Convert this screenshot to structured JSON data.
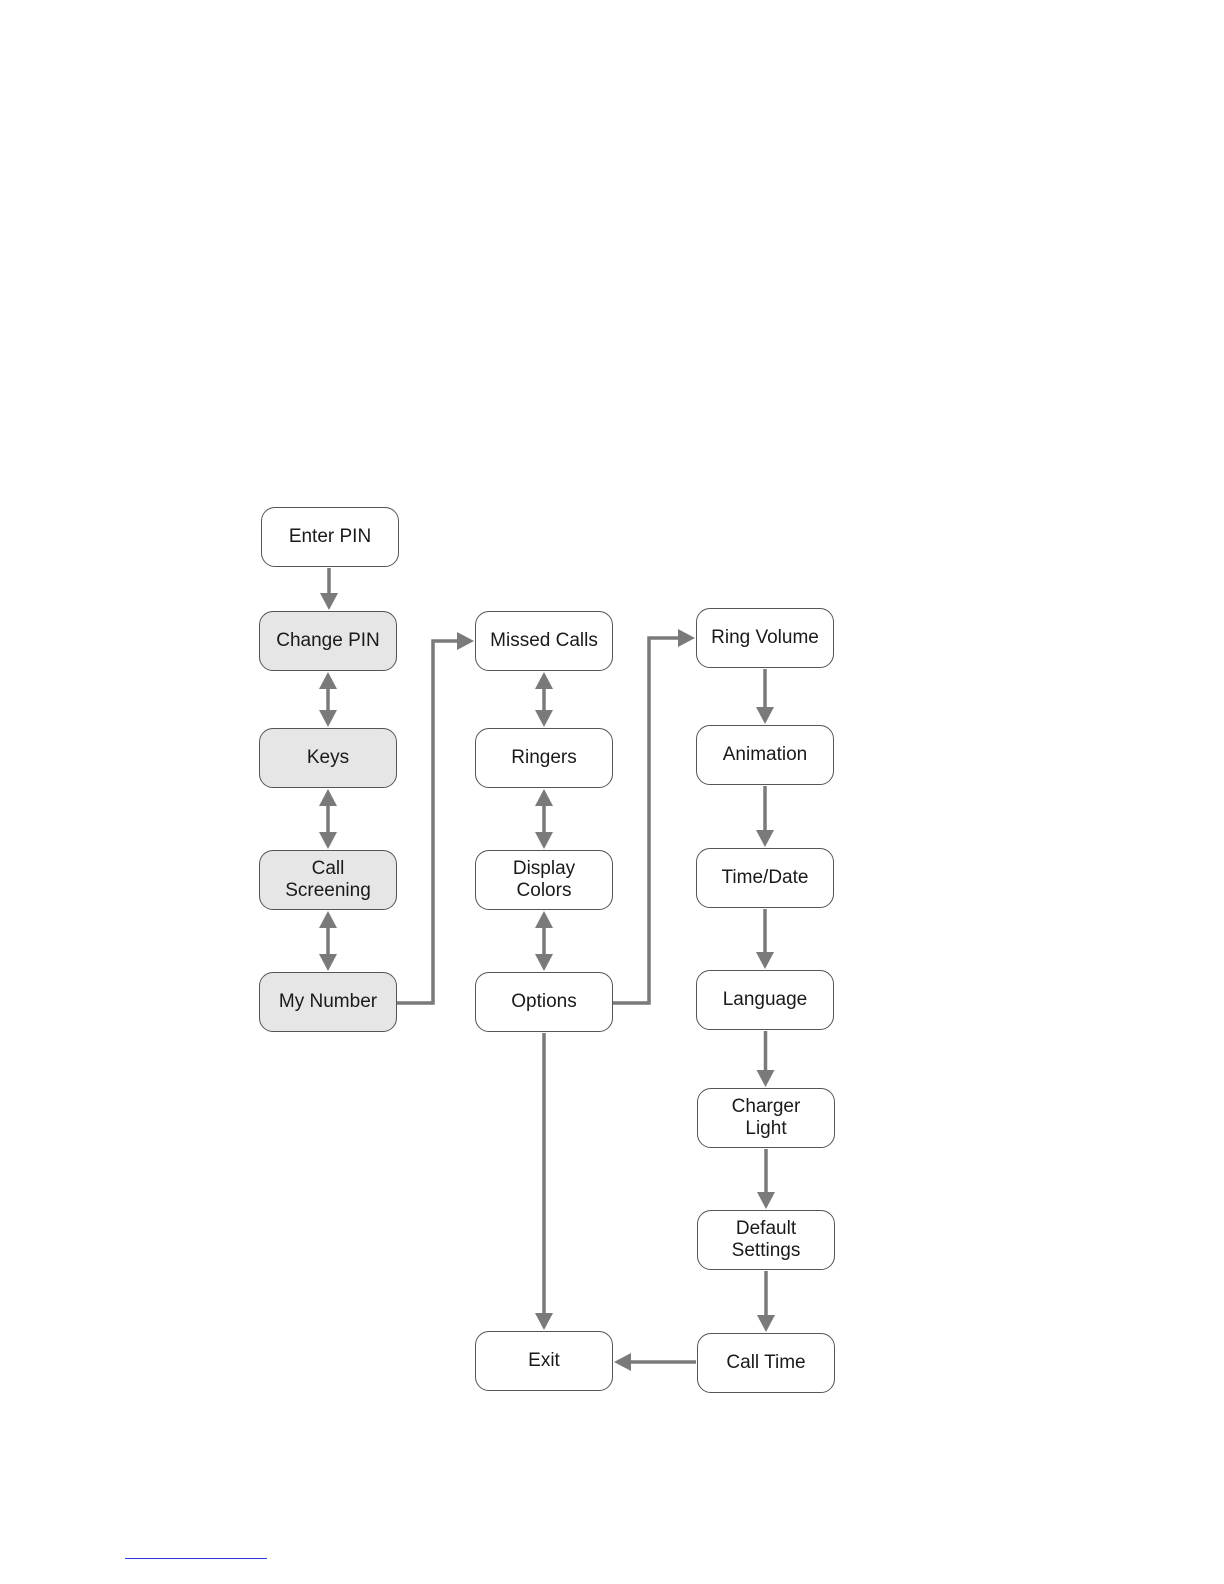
{
  "colors": {
    "arrow": "#7a7a7a",
    "border": "#555555",
    "shaded_fill": "#e6e6e6",
    "rule": "#2a3bd6"
  },
  "nodes": [
    {
      "id": "enter-pin",
      "label": "Enter PIN",
      "shaded": false
    },
    {
      "id": "change-pin",
      "label": "Change PIN",
      "shaded": true
    },
    {
      "id": "keys",
      "label": "Keys",
      "shaded": true
    },
    {
      "id": "call-screening",
      "label": "Call\nScreening",
      "shaded": true
    },
    {
      "id": "my-number",
      "label": "My Number",
      "shaded": true
    },
    {
      "id": "missed-calls",
      "label": "Missed Calls",
      "shaded": false
    },
    {
      "id": "ringers",
      "label": "Ringers",
      "shaded": false
    },
    {
      "id": "display-colors",
      "label": "Display\nColors",
      "shaded": false
    },
    {
      "id": "options",
      "label": "Options",
      "shaded": false
    },
    {
      "id": "exit",
      "label": "Exit",
      "shaded": false
    },
    {
      "id": "ring-volume",
      "label": "Ring Volume",
      "shaded": false
    },
    {
      "id": "animation",
      "label": "Animation",
      "shaded": false
    },
    {
      "id": "time-date",
      "label": "Time/Date",
      "shaded": false
    },
    {
      "id": "language",
      "label": "Language",
      "shaded": false
    },
    {
      "id": "charger-light",
      "label": "Charger\nLight",
      "shaded": false
    },
    {
      "id": "default-settings",
      "label": "Default\nSettings",
      "shaded": false
    },
    {
      "id": "call-time",
      "label": "Call Time",
      "shaded": false
    }
  ],
  "edges": [
    {
      "from": "enter-pin",
      "to": "change-pin",
      "bidirectional": false
    },
    {
      "from": "change-pin",
      "to": "keys",
      "bidirectional": true
    },
    {
      "from": "keys",
      "to": "call-screening",
      "bidirectional": true
    },
    {
      "from": "call-screening",
      "to": "my-number",
      "bidirectional": true
    },
    {
      "from": "my-number",
      "to": "missed-calls",
      "bidirectional": false
    },
    {
      "from": "missed-calls",
      "to": "ringers",
      "bidirectional": true
    },
    {
      "from": "ringers",
      "to": "display-colors",
      "bidirectional": true
    },
    {
      "from": "display-colors",
      "to": "options",
      "bidirectional": true
    },
    {
      "from": "options",
      "to": "ring-volume",
      "bidirectional": false
    },
    {
      "from": "options",
      "to": "exit",
      "bidirectional": false
    },
    {
      "from": "ring-volume",
      "to": "animation",
      "bidirectional": false
    },
    {
      "from": "animation",
      "to": "time-date",
      "bidirectional": false
    },
    {
      "from": "time-date",
      "to": "language",
      "bidirectional": false
    },
    {
      "from": "language",
      "to": "charger-light",
      "bidirectional": false
    },
    {
      "from": "charger-light",
      "to": "default-settings",
      "bidirectional": false
    },
    {
      "from": "default-settings",
      "to": "call-time",
      "bidirectional": false
    },
    {
      "from": "call-time",
      "to": "exit",
      "bidirectional": false
    }
  ]
}
